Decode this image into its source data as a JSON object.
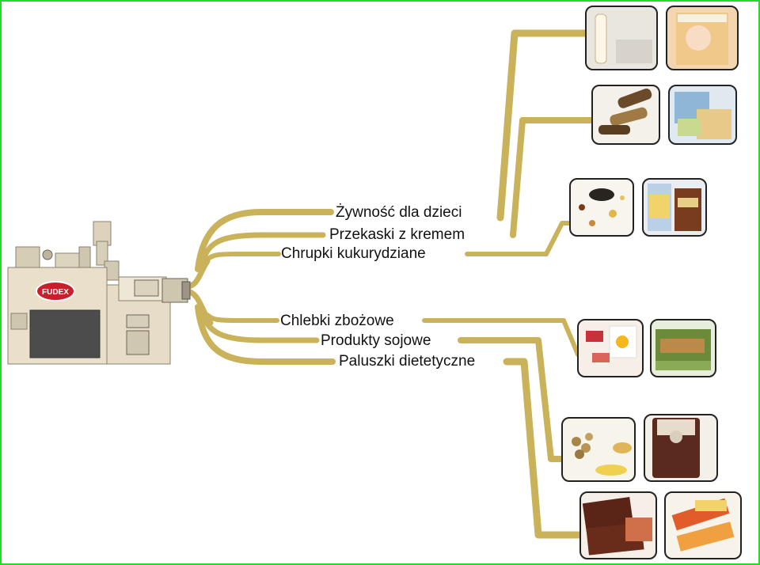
{
  "colors": {
    "branch": "#c9b25a",
    "border": "#22dd22",
    "machine_body": "#e9dfcb",
    "logo_red": "#c8202a"
  },
  "machine": {
    "logo_text": "FUDEX"
  },
  "branches": [
    {
      "label": "Żywność dla dzieci",
      "thumbs": [
        "bottle-and-cereal-box-photo",
        "baby-food-box-photo"
      ]
    },
    {
      "label": "Przekaski z kremem",
      "thumbs": [
        "cream-roll-snacks-photo",
        "snack-package-photo"
      ]
    },
    {
      "label": "Chrupki kukurydziane",
      "thumbs": [
        "corn-snacks-photo",
        "corn-snack-bag-photo"
      ]
    },
    {
      "label": "Chlebki zbożowe",
      "thumbs": [
        "grain-bread-plate-photo",
        "crispbread-package-photo"
      ]
    },
    {
      "label": "Produkty sojowe",
      "thumbs": [
        "soy-granules-photo",
        "soy-product-bag-photo"
      ]
    },
    {
      "label": "Paluszki dietetyczne",
      "thumbs": [
        "diet-bars-photo",
        "diet-sticks-package-photo"
      ]
    }
  ]
}
